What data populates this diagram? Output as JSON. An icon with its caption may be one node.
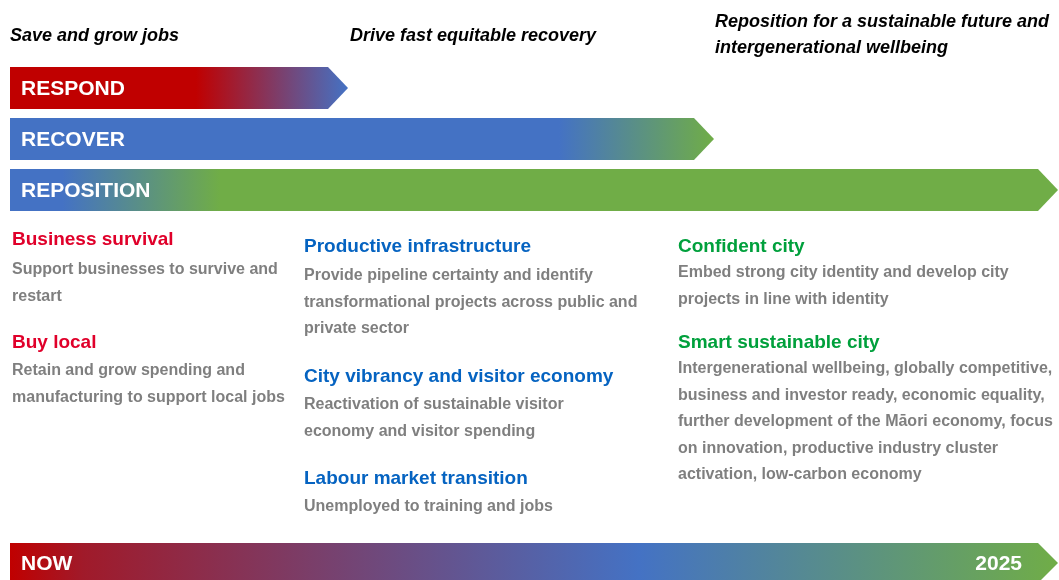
{
  "diagram": {
    "nodes": [
      {
        "text": [
          "RESPOND"
        ]
      },
      {
        "text": [
          "RECOVER"
        ]
      },
      {
        "text": [
          "REPOSITION"
        ]
      },
      {
        "text": [
          "NOW",
          "2025"
        ]
      }
    ],
    "labels": [
      "Save and grow jobs",
      "Drive fast equitable recovery",
      "Reposition for a sustainable future and intergenerational wellbeing",
      "Business survival",
      "Support businesses to survive and restart",
      "Buy local",
      "Retain and grow spending and manufacturing to support local jobs",
      "Productive infrastructure",
      "Provide pipeline certainty and identify transformational projects across public and private sector",
      "City vibrancy and visitor economy",
      "Reactivation of sustainable visitor economy and visitor spending",
      "Labour market transition",
      "Unemployed to training and jobs",
      "Confident city",
      "Embed strong city identity and develop city projects in line with identity",
      "Smart sustainable city",
      "Intergenerational wellbeing, globally competitive, business and investor ready, economic equality, further development of the Māori economy, focus on innovation, productive industry cluster activation, low-carbon economy"
    ]
  }
}
